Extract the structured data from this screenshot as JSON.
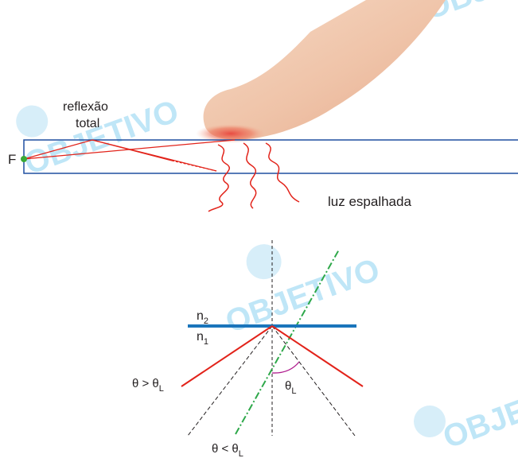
{
  "watermark": {
    "text": "OBJETIVO",
    "color": "#bfe6f7"
  },
  "top_figure": {
    "source_label": "F",
    "reflection_label": {
      "line1": "reflexão",
      "line2": "total"
    },
    "scatter_label": "luz espalhada",
    "colors": {
      "guide": "#1f4fa0",
      "ray": "#e2231a",
      "source": "#3aa935",
      "finger_glow": "#e8453c"
    }
  },
  "bottom_figure": {
    "medium_top": {
      "base": "n",
      "sub": "2"
    },
    "medium_bottom": {
      "base": "n",
      "sub": "1"
    },
    "angle_greater": {
      "base": "θ > θ",
      "sub": "L"
    },
    "angle_limit": {
      "base": "θ",
      "sub": "L"
    },
    "angle_smaller": {
      "base": "θ < θ",
      "sub": "L"
    },
    "colors": {
      "interface": "#1a75bb",
      "reflected": "#e2231a",
      "refracted": "#2ea84a",
      "arc": "#b01c8e",
      "dashed": "#231f20"
    }
  }
}
